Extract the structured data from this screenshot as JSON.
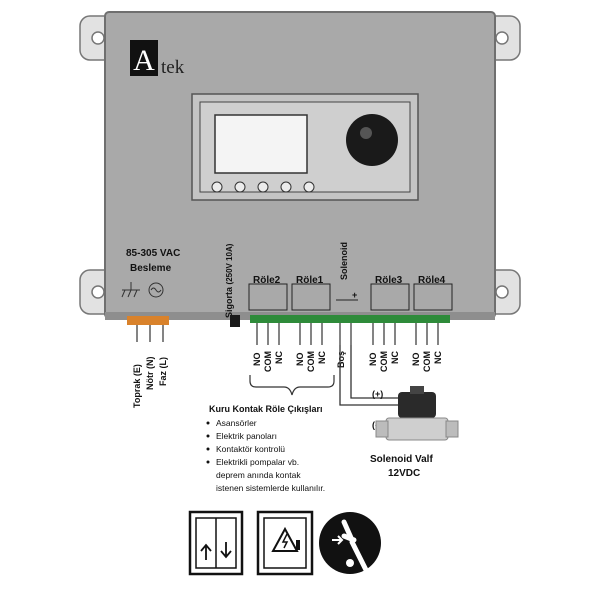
{
  "brand": {
    "letter": "A",
    "rest": "tek"
  },
  "power": {
    "voltage": "85-305 VAC",
    "title": "Besleme",
    "terminals": [
      "Toprak (E)",
      "Nötr (N)",
      "Faz (L)"
    ]
  },
  "fuse": {
    "label": "Sigorta",
    "rating": "(250V 10A)"
  },
  "solenoid": {
    "label": "Solenoid",
    "terminal": "Boş",
    "plus": "(+)",
    "minus": "(-)",
    "valve_name": "Solenoid Valf",
    "valve_voltage": "12VDC"
  },
  "relays": [
    {
      "name": "Röle2",
      "contacts": [
        "NO",
        "COM",
        "NC"
      ]
    },
    {
      "name": "Röle1",
      "contacts": [
        "NO",
        "COM",
        "NC"
      ]
    },
    {
      "name": "Röle3",
      "contacts": [
        "NO",
        "COM",
        "NC"
      ]
    },
    {
      "name": "Röle4",
      "contacts": [
        "NO",
        "COM",
        "NC"
      ]
    }
  ],
  "dry_contact": {
    "title": "Kuru Kontak Röle Çıkışları",
    "items": [
      "Asansörler",
      "Elektrik panoları",
      "Kontaktör kontrolü",
      "Elektrikli pompalar vb.",
      "deprem anında kontak",
      "istenen sistemlerde kullanılır."
    ]
  },
  "icons": [
    "elevator-icon",
    "electrical-panel-icon",
    "contactor-switch-icon"
  ],
  "colors": {
    "enclosure": "#a9a9a9",
    "terminal_green": "#2e8b3a",
    "terminal_orange": "#d9822b"
  }
}
